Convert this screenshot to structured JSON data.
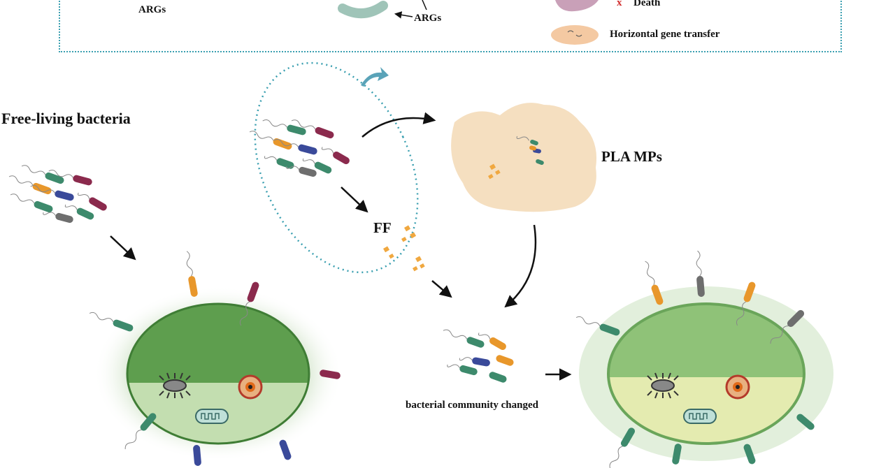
{
  "legend": {
    "args_left": "ARGs",
    "args_arrow": "ARGs",
    "death": "Death",
    "death_mark": "x",
    "hgt": "Horizontal gene transfer"
  },
  "labels": {
    "free_living": "Free-living bacteria",
    "pla": "PLA MPs",
    "ff": "FF",
    "community": "bacterial community changed"
  },
  "colors": {
    "legend_border": "#3a9fb0",
    "bact_green": "#3d8a6c",
    "bact_maroon": "#8b2a4d",
    "bact_orange": "#e8972b",
    "bact_blue": "#3a4a9a",
    "bact_gray": "#6e6e6e",
    "pla_fill": "#f5dfc0",
    "cell_left_top": "#5e9e4e",
    "cell_left_bottom": "#c3deb0",
    "cell_right_top": "#8fc278",
    "cell_right_bottom": "#e4ebb0"
  }
}
